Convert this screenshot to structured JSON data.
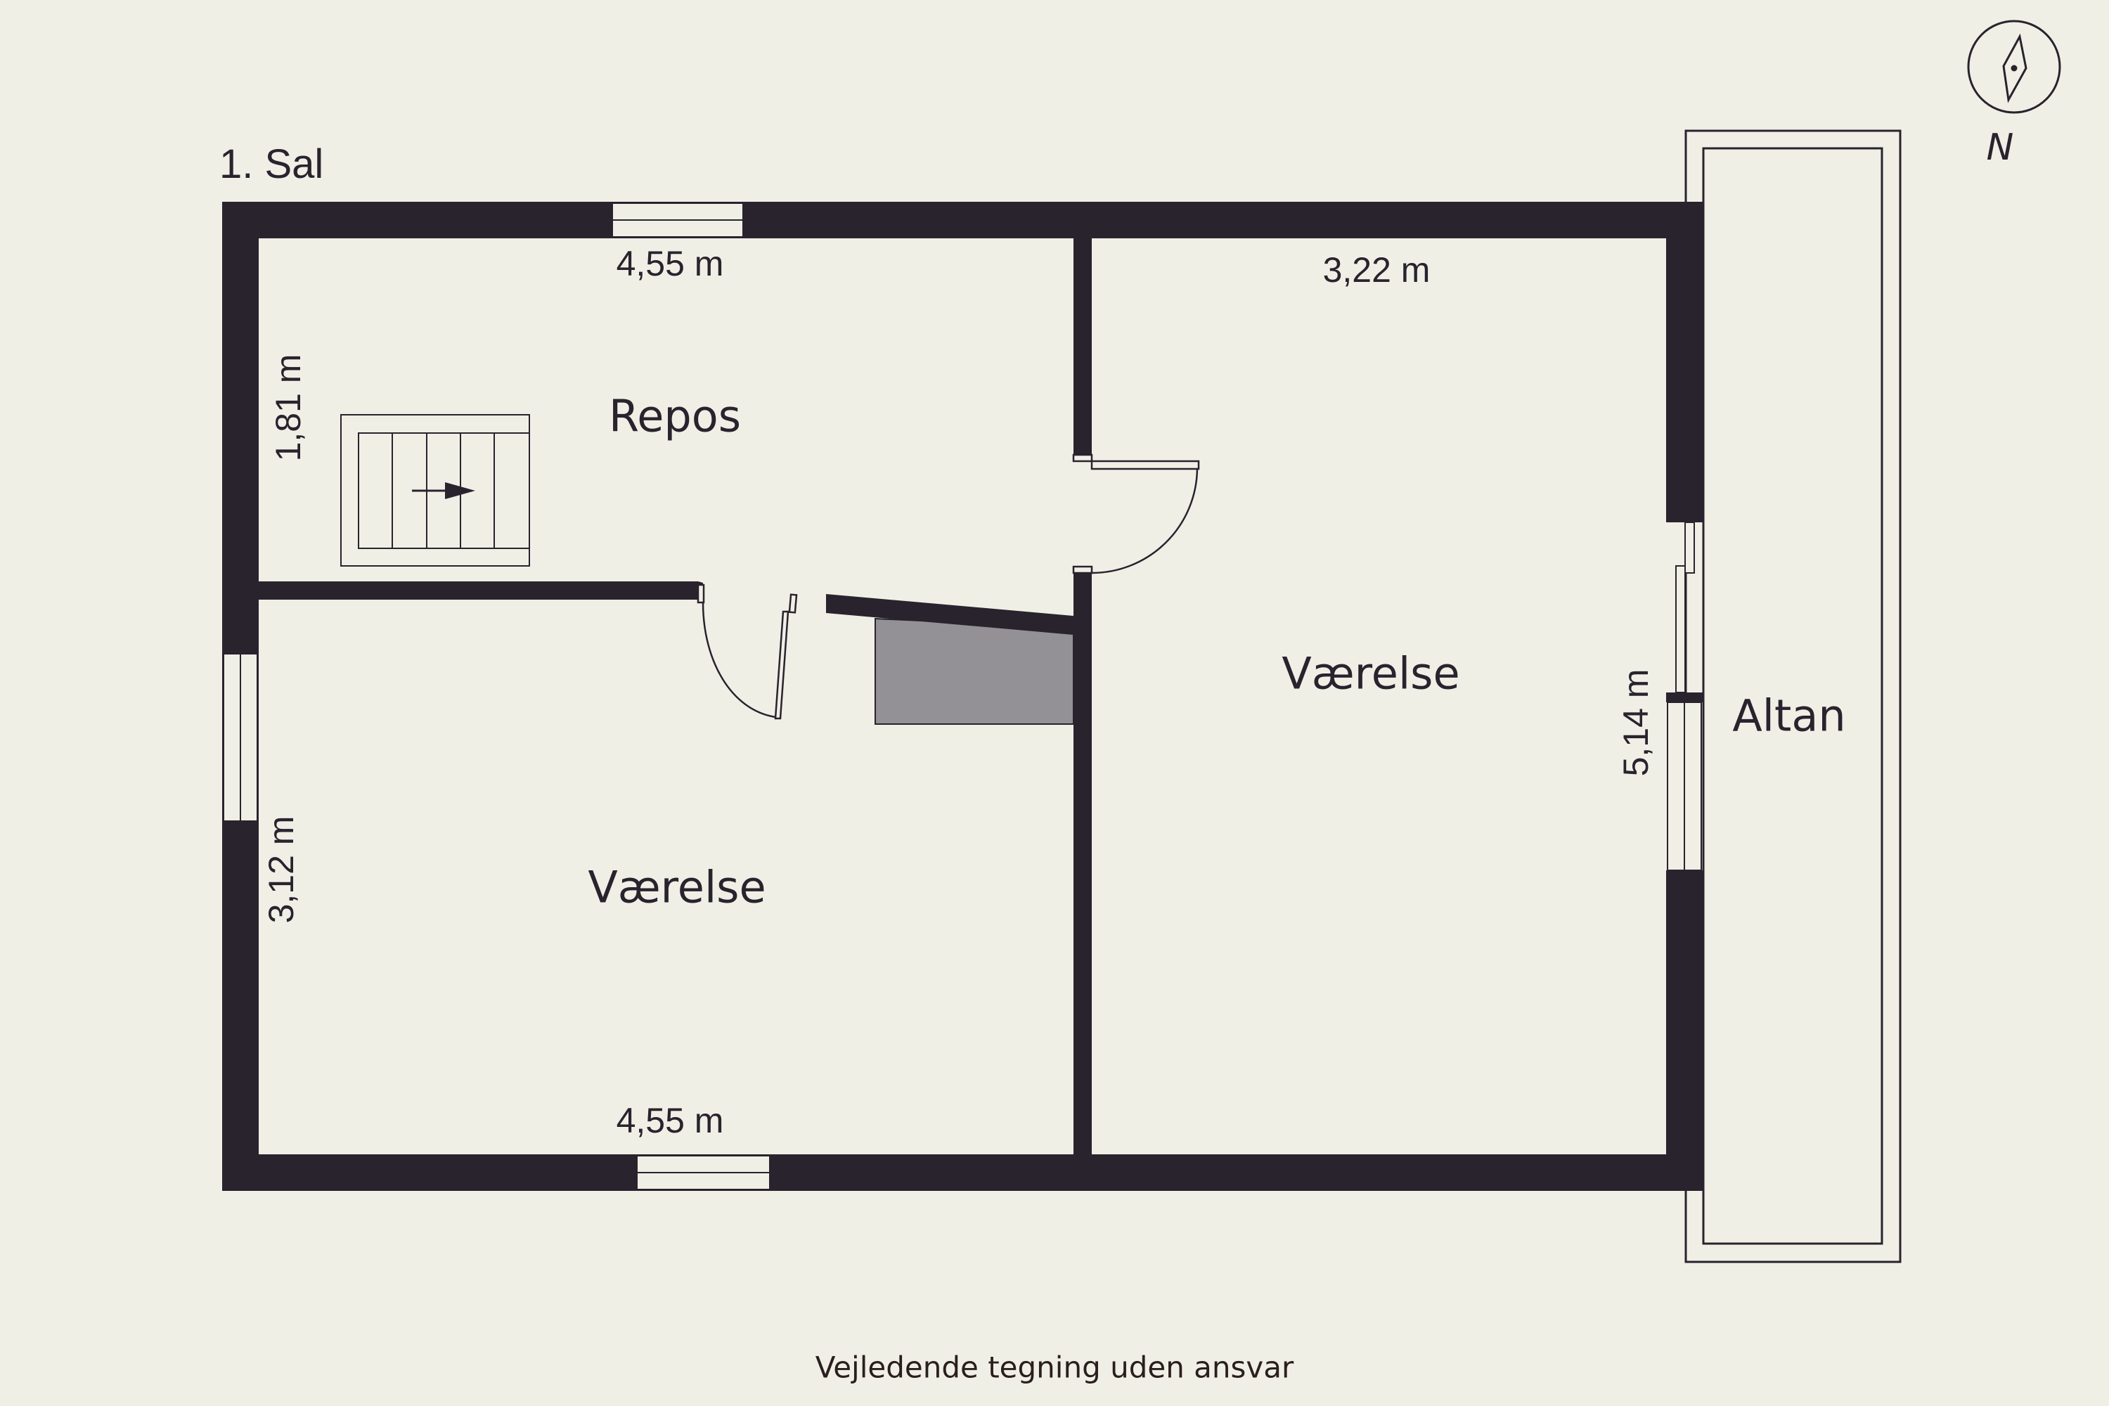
{
  "floor": {
    "title": "1. Sal"
  },
  "rooms": [
    {
      "id": "repos",
      "name": "Repos"
    },
    {
      "id": "vaerelse-left",
      "name": "Værelse"
    },
    {
      "id": "vaerelse-right",
      "name": "Værelse"
    },
    {
      "id": "altan",
      "name": "Altan"
    }
  ],
  "dimensions": {
    "repos_width": "4,55 m",
    "repos_depth": "1,81 m",
    "vaerelse_left_width": "4,55 m",
    "vaerelse_left_depth": "3,12 m",
    "vaerelse_right_width": "3,22 m",
    "vaerelse_right_depth": "5,14 m"
  },
  "compass": {
    "icon": "compass-icon",
    "label": "N"
  },
  "stairs": {
    "icon": "stairs-icon",
    "direction": "right-arrow"
  },
  "footer": {
    "disclaimer": "Vejledende tegning uden ansvar"
  },
  "colors": {
    "background": "#f0efe6",
    "wall": "#28232d",
    "storage_fill": "#939196"
  }
}
